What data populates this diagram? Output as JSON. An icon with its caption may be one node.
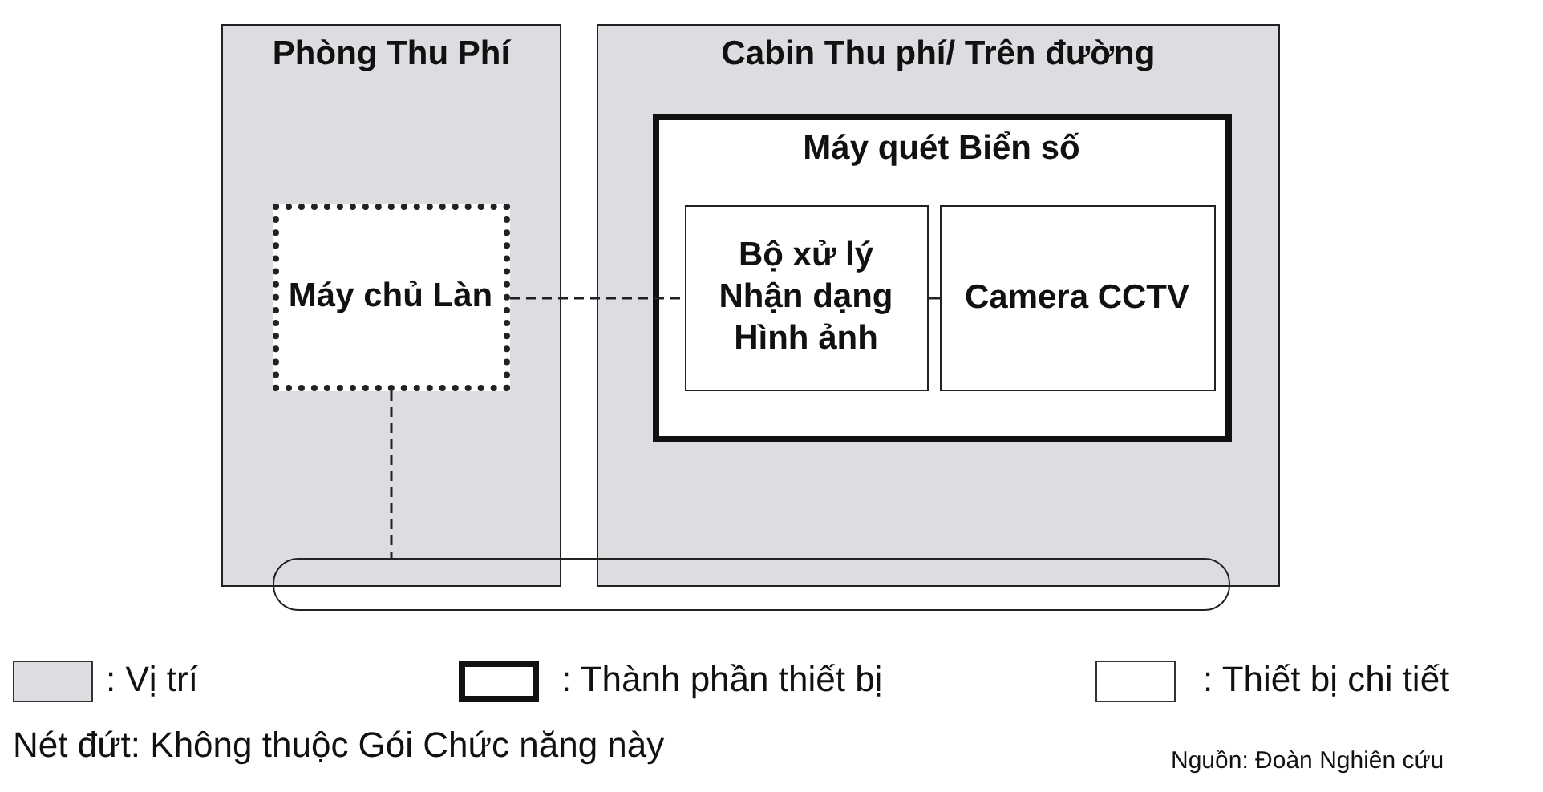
{
  "diagram": {
    "nodes": [
      {
        "text": [
          "Phòng Thu Phí"
        ]
      },
      {
        "text": [
          "Cabin Thu phí/ Trên đường"
        ]
      },
      {
        "text": [
          "Máy quét Biển số"
        ],
        "in": 1
      },
      {
        "text": [
          "Máy chủ Làn"
        ],
        "in": 0
      },
      {
        "text": [
          "Bộ xử lý Nhận dạng Hình ảnh"
        ],
        "in": 2
      },
      {
        "text": [
          "Camera CCTV"
        ],
        "in": 2
      },
      {
        "text": [],
        "shape": "bar"
      }
    ],
    "edges": [
      {
        "from": 3,
        "to": 4,
        "arrow": "none",
        "style": "dashed"
      },
      {
        "from": 4,
        "to": 5,
        "arrow": "none"
      },
      {
        "from": 3,
        "to": 6,
        "arrow": "none",
        "style": "dashed"
      }
    ],
    "labels": [
      "Nét đứt: Không thuộc Gói Chức năng này",
      "Nguồn: Đoàn Nghiên cứu"
    ],
    "legend": [
      {
        "text": ": Vị trí",
        "color": "#dcdde0"
      },
      {
        "text": ": Thành phần thiết bị"
      },
      {
        "text": ": Thiết bị chi tiết"
      }
    ]
  }
}
